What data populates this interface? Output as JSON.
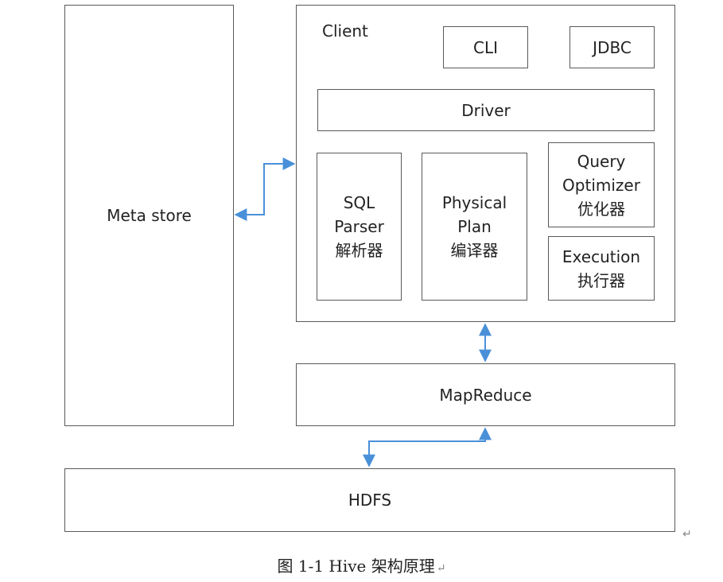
{
  "diagram": {
    "metastore": {
      "label": "Meta store"
    },
    "client": {
      "label": "Client",
      "cli": "CLI",
      "jdbc": "JDBC",
      "driver": "Driver",
      "sql_parser": {
        "line1": "SQL",
        "line2": "Parser",
        "line3": "解析器"
      },
      "physical_plan": {
        "line1": "Physical",
        "line2": "Plan",
        "line3": "编译器"
      },
      "query_optimizer": {
        "line1": "Query",
        "line2": "Optimizer",
        "line3": "优化器"
      },
      "execution": {
        "line1": "Execution",
        "line2": "执行器"
      }
    },
    "mapreduce": {
      "label": "MapReduce"
    },
    "hdfs": {
      "label": "HDFS"
    },
    "caption": "图 1-1 Hive 架构原理",
    "return_mark": "↵",
    "colors": {
      "arrow": "#4a90d9",
      "border": "#5a5a5a"
    }
  }
}
